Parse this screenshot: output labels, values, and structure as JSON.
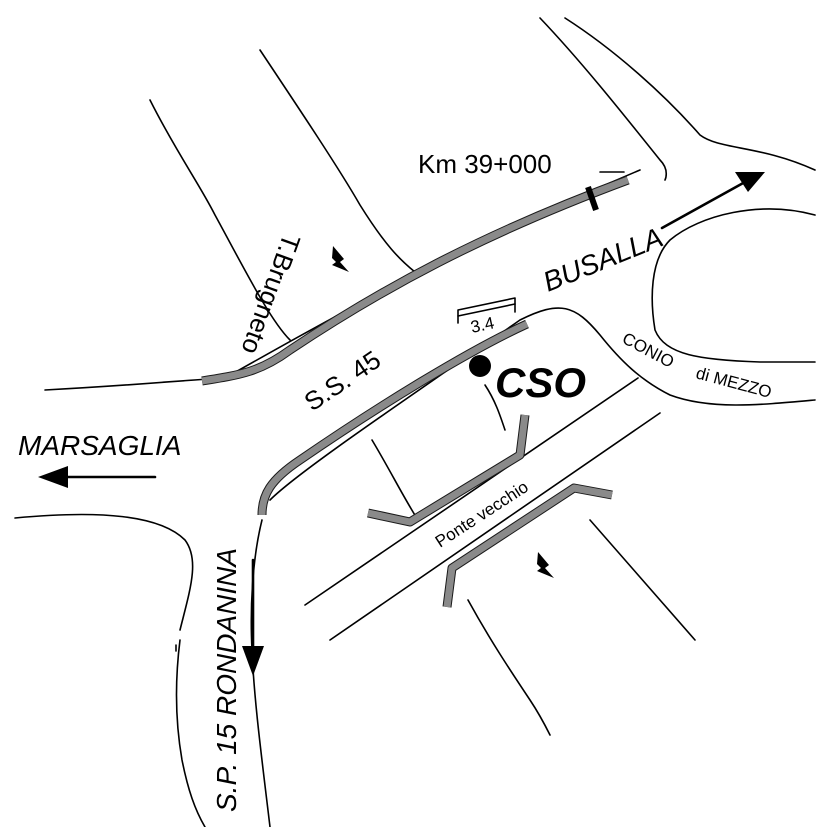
{
  "labels": {
    "stream": "T.Brugneto",
    "km_marker": "Km 39+000",
    "town_east": "BUSALLA",
    "state_road": "S.S. 45",
    "distance": "3.4",
    "station": "CSO",
    "hamlet_part1": "CONIO",
    "hamlet_part2": "di MEZZO",
    "town_west": "MARSAGLIA",
    "bridge": "Ponte vecchio",
    "provincial_road": "S.P. 15 RONDANINA"
  },
  "icons": [
    "flow-direction-icon",
    "direction-arrow-icon",
    "station-marker-icon"
  ],
  "colors": {
    "road_fill": "#8a8a8a",
    "lines": "#000000",
    "background": "#ffffff"
  }
}
